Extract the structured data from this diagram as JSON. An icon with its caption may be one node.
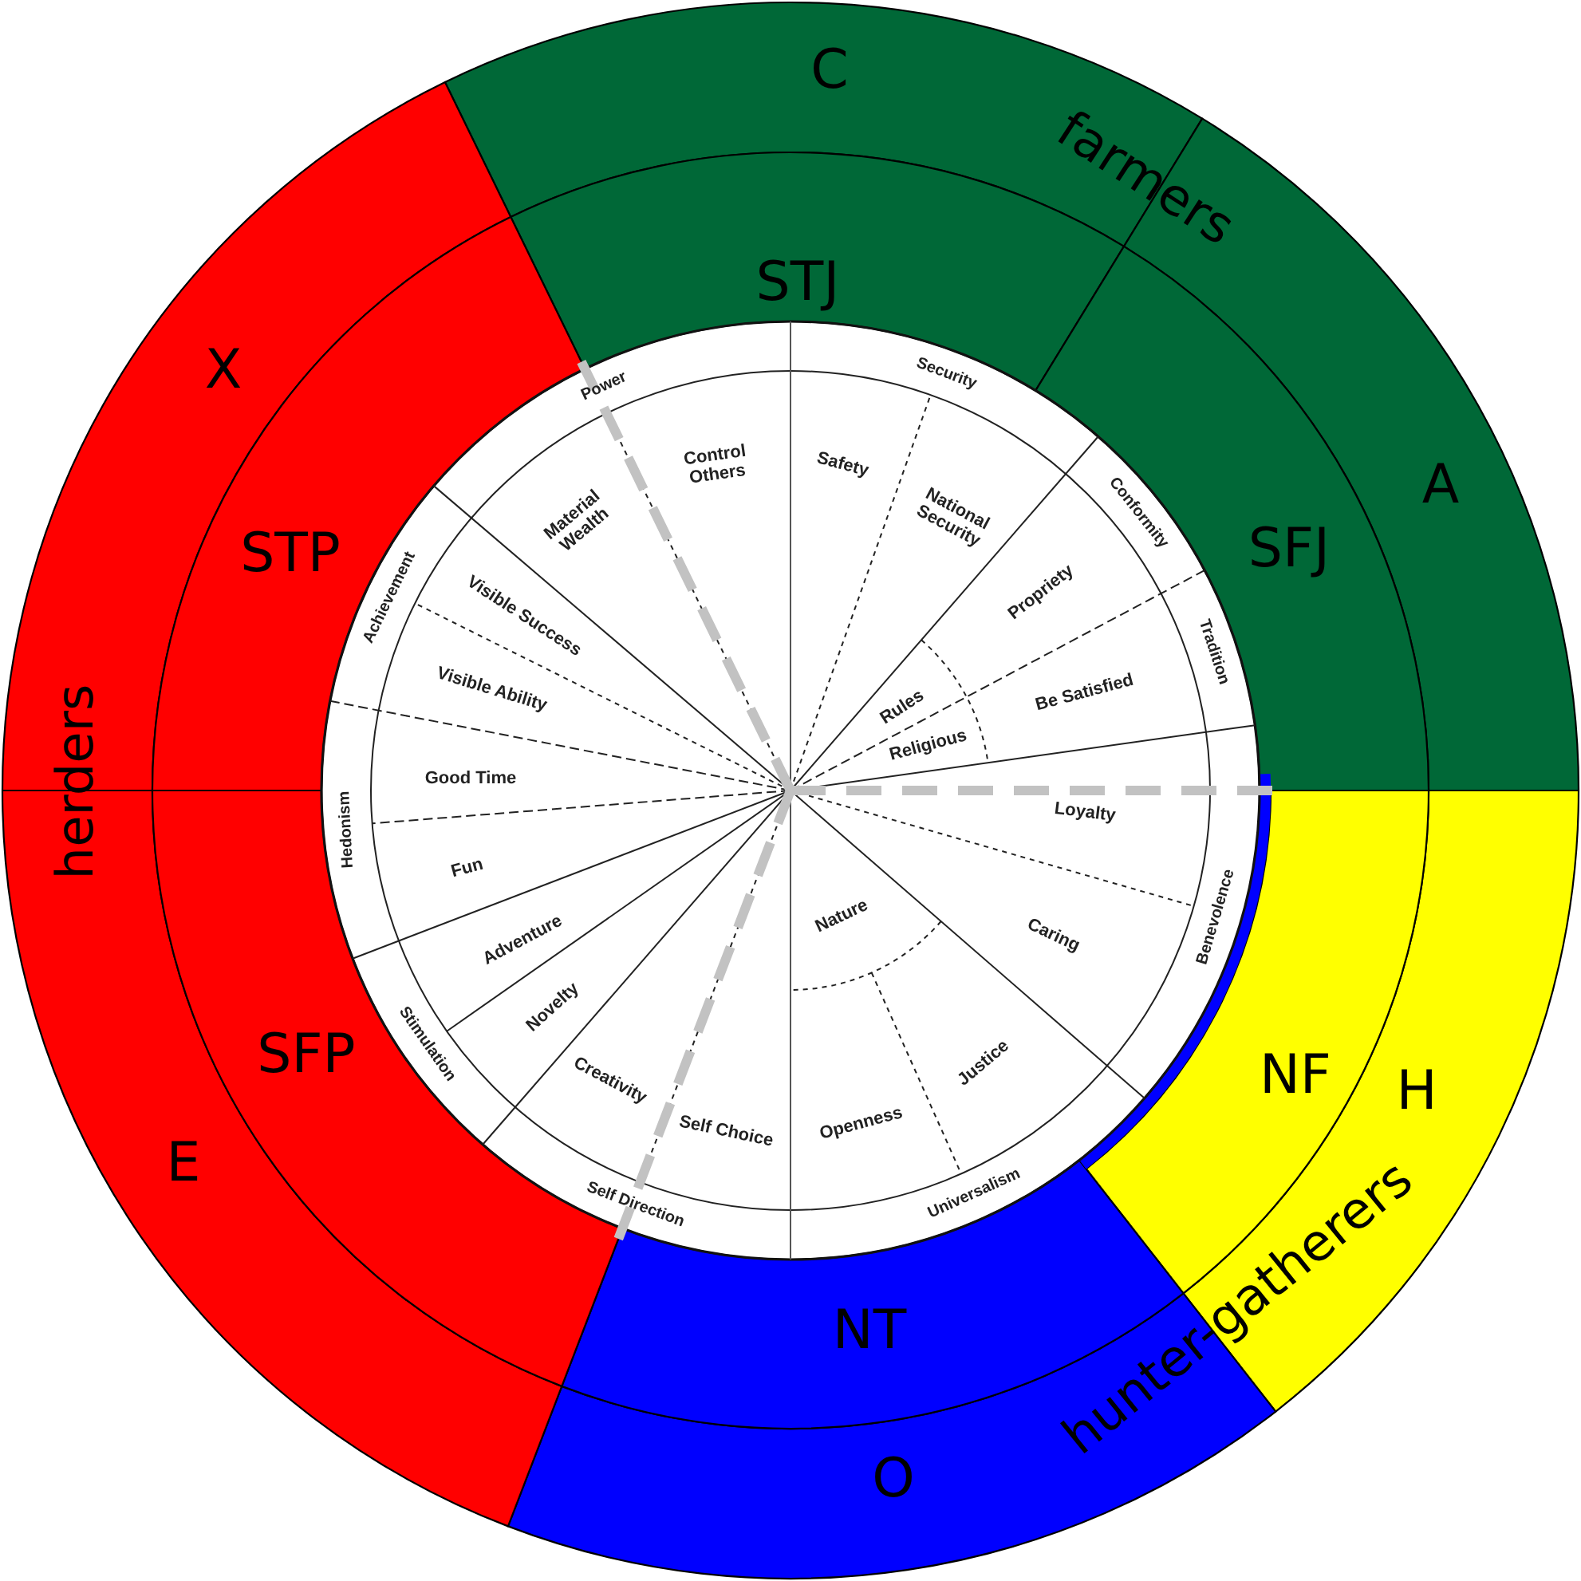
{
  "diagram": {
    "nodes": [
      {
        "text": [
          "C"
        ]
      },
      {
        "text": [
          "A"
        ]
      },
      {
        "text": [
          "H"
        ]
      },
      {
        "text": [
          "O"
        ]
      },
      {
        "text": [
          "E"
        ]
      },
      {
        "text": [
          "X"
        ]
      },
      {
        "text": [
          "STJ"
        ]
      },
      {
        "text": [
          "SFJ"
        ]
      },
      {
        "text": [
          "NF"
        ]
      },
      {
        "text": [
          "NT"
        ]
      },
      {
        "text": [
          "SFP"
        ]
      },
      {
        "text": [
          "STP"
        ]
      },
      {
        "text": [
          "Security"
        ]
      },
      {
        "text": [
          "Safety"
        ]
      },
      {
        "text": [
          "National Security"
        ]
      },
      {
        "text": [
          "Conformity"
        ]
      },
      {
        "text": [
          "Propriety"
        ]
      },
      {
        "text": [
          "Rules"
        ]
      },
      {
        "text": [
          "Tradition"
        ]
      },
      {
        "text": [
          "Be Satisfied"
        ]
      },
      {
        "text": [
          "Religious"
        ]
      },
      {
        "text": [
          "Benevolence"
        ]
      },
      {
        "text": [
          "Loyalty"
        ]
      },
      {
        "text": [
          "Caring"
        ]
      },
      {
        "text": [
          "Universalism"
        ]
      },
      {
        "text": [
          "Justice"
        ]
      },
      {
        "text": [
          "Openness"
        ]
      },
      {
        "text": [
          "Nature"
        ]
      },
      {
        "text": [
          "Self Direction"
        ]
      },
      {
        "text": [
          "Self Choice"
        ]
      },
      {
        "text": [
          "Creativity"
        ]
      },
      {
        "text": [
          "Stimulation"
        ]
      },
      {
        "text": [
          "Novelty"
        ]
      },
      {
        "text": [
          "Adventure"
        ]
      },
      {
        "text": [
          "Hedonism"
        ]
      },
      {
        "text": [
          "Fun"
        ]
      },
      {
        "text": [
          "Good Time"
        ]
      },
      {
        "text": [
          "Achievement"
        ]
      },
      {
        "text": [
          "Visible Ability"
        ]
      },
      {
        "text": [
          "Visible Success"
        ]
      },
      {
        "text": [
          "Power"
        ]
      },
      {
        "text": [
          "Material Wealth"
        ]
      },
      {
        "text": [
          "Control Others"
        ]
      }
    ],
    "labels": [
      "farmers",
      "herders",
      "hunter-gatherers"
    ]
  }
}
